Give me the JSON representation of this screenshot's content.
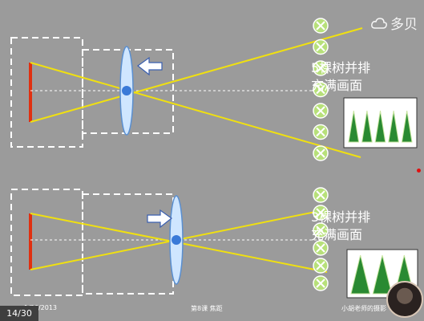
{
  "watermark": {
    "text": "多贝",
    "icon": "cloud-icon"
  },
  "top_panel": {
    "label_line1": "5棵树并排",
    "label_line2": "充满画面",
    "trees": 5,
    "circle_count": 7
  },
  "bottom_panel": {
    "label_line1": "3棵树并排",
    "label_line2": "充满画面",
    "trees": 3,
    "circle_count": 6
  },
  "footer": {
    "date": "1/26/2013",
    "lesson": "第8课  焦距",
    "author": "小胡老师的摄影"
  },
  "pager": {
    "counter": "14/30"
  },
  "colors": {
    "background": "#9b9b9b",
    "ray": "#f0e010",
    "sensor": "#e03010",
    "circle": "#b7e07a",
    "lens": "#cfe6ff",
    "tree": "#2a8a32"
  }
}
